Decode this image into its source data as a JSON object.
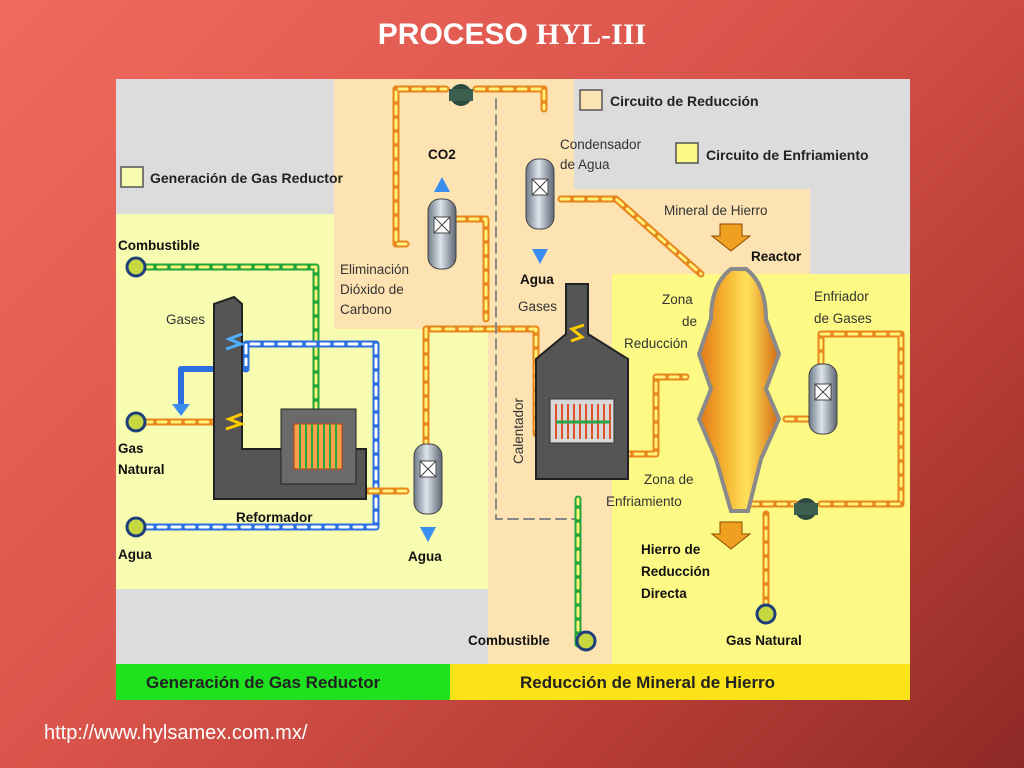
{
  "slide": {
    "title_part1": "PROCESO",
    "title_part2": "HYL-III",
    "source_url": "http://www.hylsamex.com.mx/"
  },
  "legend": {
    "reduction_circuit": "Circuito de Reducción",
    "cooling_circuit": "Circuito de Enfriamiento",
    "gas_generation": "Generación de Gas Reductor"
  },
  "labels": {
    "co2": "CO2",
    "condenser_line1": "Condensador",
    "condenser_line2": "de Agua",
    "iron_ore": "Mineral de Hierro",
    "reactor": "Reactor",
    "fuel_left": "Combustible",
    "gases_left": "Gases",
    "co2_removal_line1": "Eliminación",
    "co2_removal_line2": "Dióxido de",
    "co2_removal_line3": "Carbono",
    "water_top": "Agua",
    "gases_mid": "Gases",
    "reduction_zone_line1": "Zona",
    "reduction_zone_line2": "de",
    "reduction_zone_line3": "Reducción",
    "gas_cooler_line1": "Enfriador",
    "gas_cooler_line2": "de Gases",
    "natural_gas_left_line1": "Gas",
    "natural_gas_left_line2": "Natural",
    "heater": "Calentador",
    "cooling_zone_line1": "Zona de",
    "cooling_zone_line2": "Enfriamiento",
    "reformer": "Reformador",
    "water_left": "Agua",
    "water_bottom": "Agua",
    "dri_line1": "Hierro de",
    "dri_line2": "Reducción",
    "dri_line3": "Directa",
    "fuel_bottom": "Combustible",
    "natural_gas_bottom": "Gas Natural"
  },
  "footer": {
    "left": "Generación de Gas Reductor",
    "right": "Reducción de Mineral de Hierro"
  },
  "colors": {
    "gas_generation": "#f7fcb0",
    "reduction": "#fde2b2",
    "cooling": "#fcfa84",
    "footer_left": "#1fe21f",
    "footer_right": "#fbe31a",
    "pipe_orange": "#f08c1e",
    "pipe_yellow": "#fff27a",
    "pipe_blue": "#2b6fe0",
    "pipe_green": "#22a63a"
  }
}
